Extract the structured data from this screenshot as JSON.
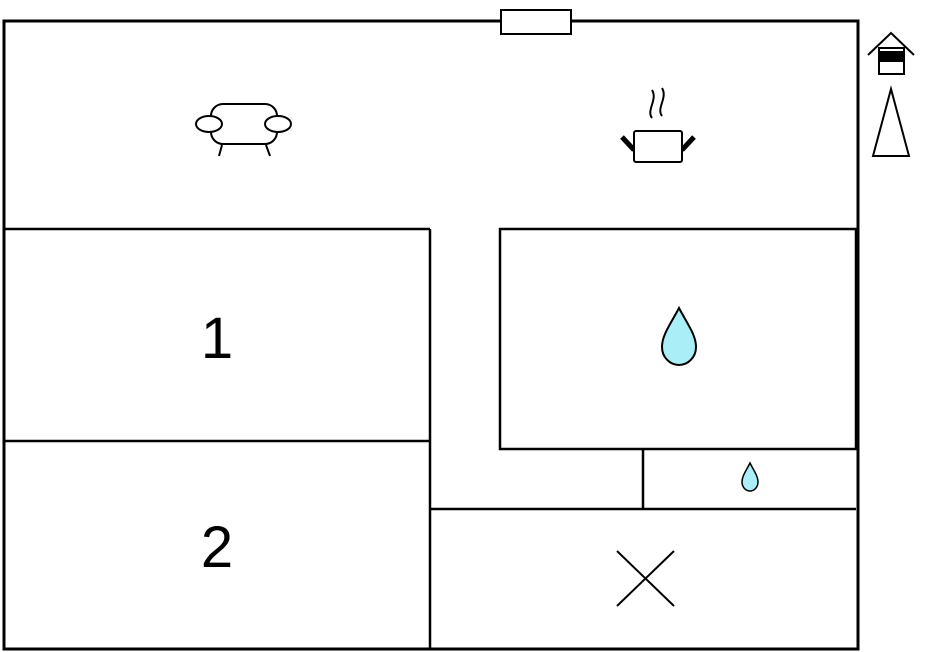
{
  "plan": {
    "rooms": [
      {
        "id": "living-kitchen",
        "icons": [
          "sofa-icon",
          "cooking-pot-icon"
        ]
      },
      {
        "id": "bedroom-1",
        "label": "1"
      },
      {
        "id": "bedroom-2",
        "label": "2"
      },
      {
        "id": "bathroom",
        "icons": [
          "water-drop-icon"
        ]
      },
      {
        "id": "toilet",
        "icons": [
          "small-water-drop-icon"
        ]
      },
      {
        "id": "storage",
        "icons": [
          "cross-icon"
        ]
      }
    ],
    "legend_icons": [
      "house-entrance-icon",
      "north-arrow-icon"
    ],
    "colors": {
      "water": "#aaeef8",
      "wall": "#000000"
    }
  }
}
